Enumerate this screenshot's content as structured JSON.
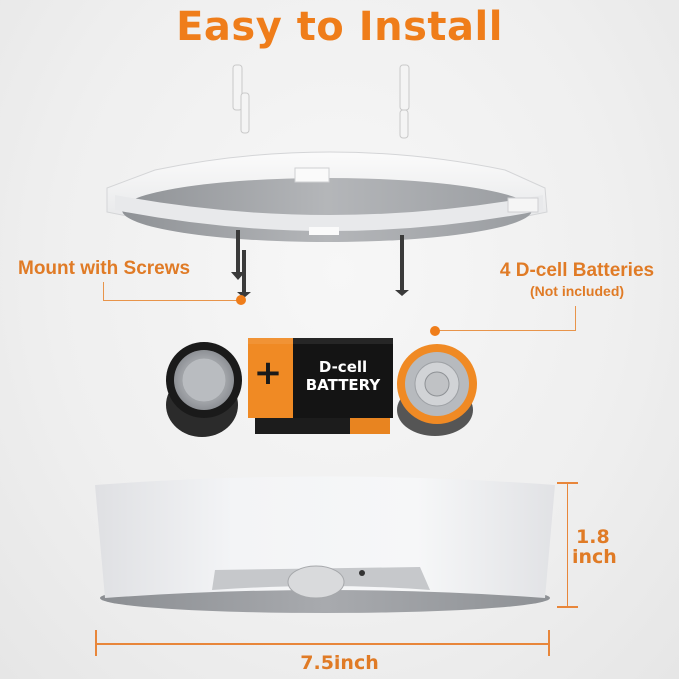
{
  "header": {
    "title": "Easy to Install"
  },
  "callouts": {
    "screws": {
      "label": "Mount with Screws"
    },
    "batteries": {
      "label": "4 D-cell Batteries",
      "note": "(Not included)"
    }
  },
  "battery": {
    "line1": "D-cell",
    "line2": "BATTERY",
    "plus": "+"
  },
  "dimensions": {
    "height_value": "1.8",
    "height_unit": "inch",
    "width": "7.5inch"
  },
  "colors": {
    "accent": "#ef7d1a",
    "device_white": "#f2f3f5",
    "device_gray": "#9ea1a6",
    "battery_black": "#1a1a1a",
    "battery_orange": "#f08a24"
  }
}
